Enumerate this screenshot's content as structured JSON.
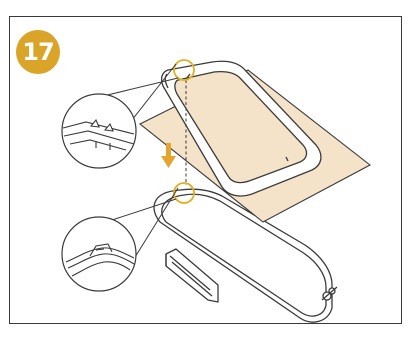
{
  "step": {
    "number": "17"
  },
  "colors": {
    "badge": "#d9a428",
    "fabric": "#f4e3c8",
    "highlight_circle": "#e0b020",
    "down_arrow": "#e6a32e",
    "line": "#3a3a3a"
  },
  "icons": {
    "fabric": "fabric-sheet",
    "arrow": "down-arrow-icon",
    "hoop_outer": "embroidery-hoop-outer-frame",
    "hoop_inner": "embroidery-hoop-inner-frame"
  }
}
